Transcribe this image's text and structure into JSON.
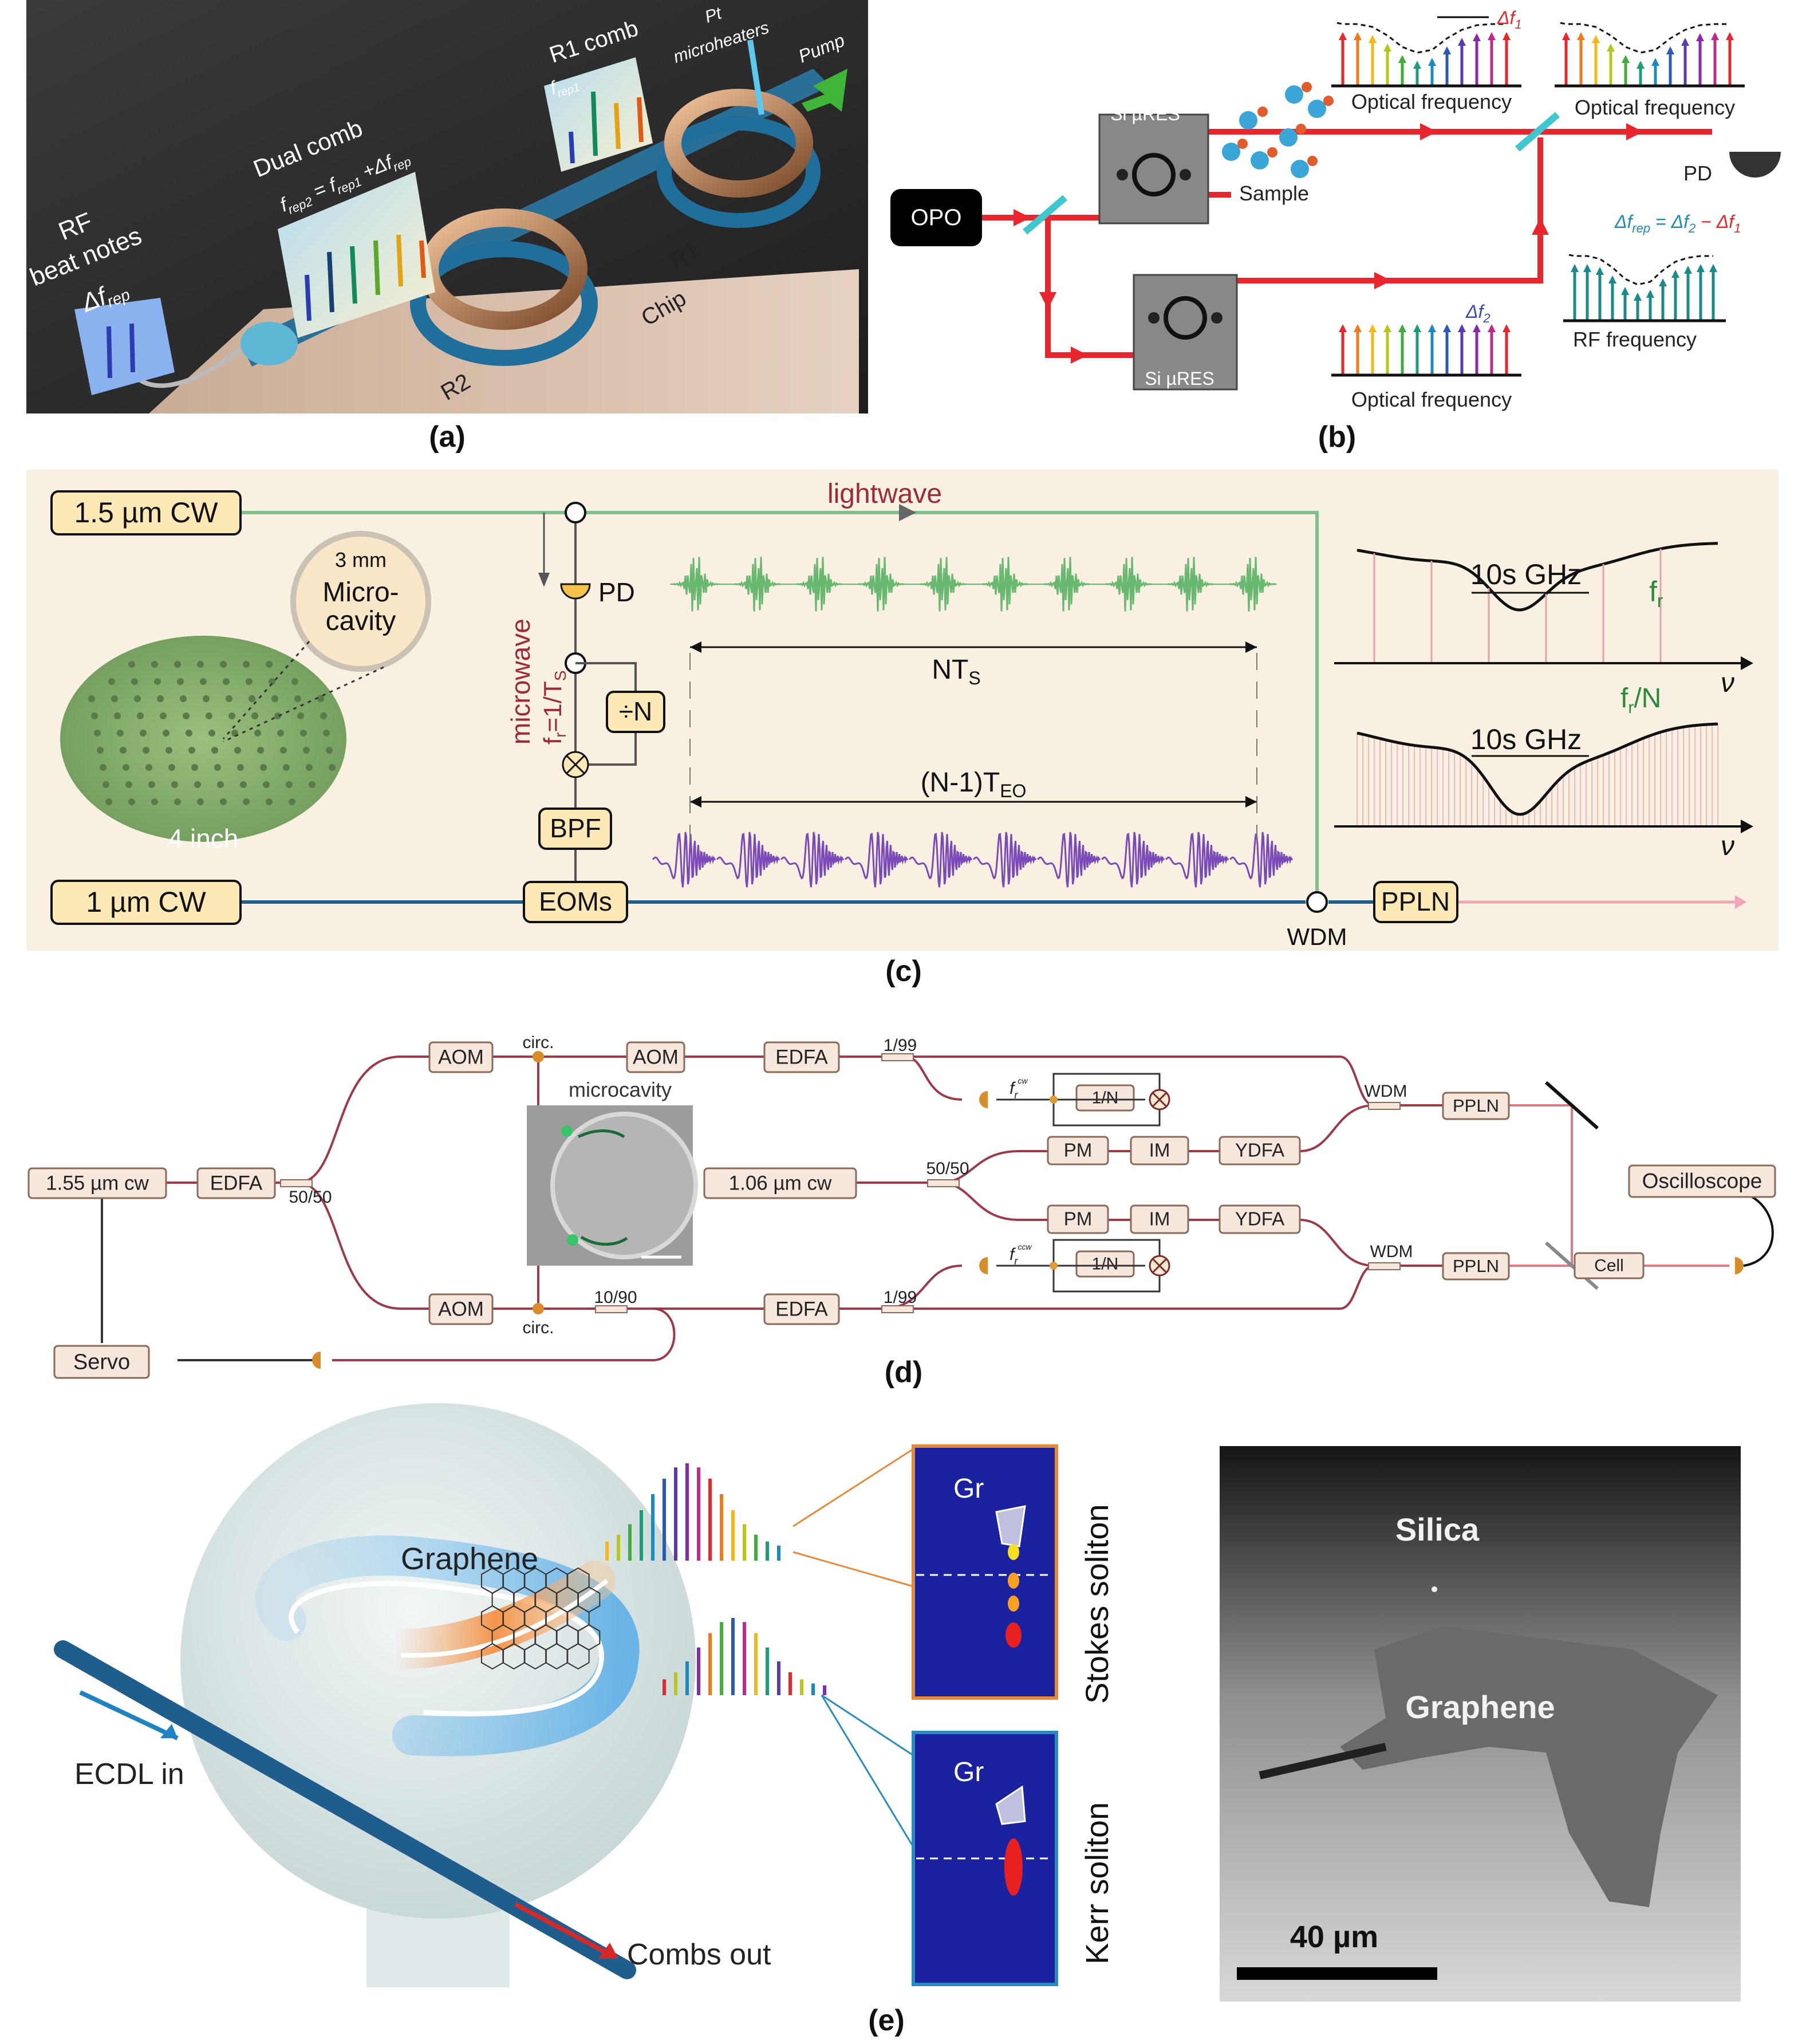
{
  "panel_a": {
    "label": "(a)",
    "rf_title_line1": "RF",
    "rf_title_line2": "beat notes",
    "rf_delta": "Δf",
    "rf_delta_sub": "rep",
    "dual_title": "Dual comb",
    "dual_formula": "f",
    "dual_formula_sub1": "rep2",
    "dual_formula_mid": " = f",
    "dual_formula_sub2": "rep1",
    "dual_formula_end": " +Δf",
    "dual_formula_sub3": "rep",
    "r1comb": "R1 comb",
    "r1_frep": "f",
    "r1_frep_sub": "rep1",
    "pt_line1": "Pt",
    "pt_line2": "microheaters",
    "pump": "Pump",
    "r1": "R1",
    "r2": "R2",
    "chip": "Chip"
  },
  "panel_b": {
    "label": "(b)",
    "opo": "OPO",
    "sires_top": "Si µRES",
    "sires_bottom": "Si µRES",
    "sample": "Sample",
    "optfreq1": "Optical frequency",
    "optfreq2": "Optical frequency",
    "optfreq3": "Optical frequency",
    "pd": "PD",
    "delta_f1": "Δf",
    "delta_f1_sub": "1",
    "delta_f2": "Δf",
    "delta_f2_sub": "2",
    "frep_eq_a": "Δf",
    "frep_eq_sub": "rep",
    "frep_eq_b": " = Δf",
    "frep_eq_sub2": "2",
    "frep_eq_c": " − Δf",
    "frep_eq_sub3": "1",
    "rffreq": "RF frequency"
  },
  "panel_c": {
    "label": "(c)",
    "cw15": "1.5 µm CW",
    "cw1": "1 µm CW",
    "lightwave": "lightwave",
    "pd": "PD",
    "microwave": "microwave",
    "fr_eq": "f",
    "fr_eq_sub": "r",
    "fr_eq_rest": "=1/T",
    "fr_eq_sub2": "S",
    "divN": "÷N",
    "bpf": "BPF",
    "eoms": "EOMs",
    "wdm": "WDM",
    "ppln": "PPLN",
    "mm3": "3 mm",
    "micro1": "Micro-",
    "micro2": "cavity",
    "inch": "4 inch",
    "nts": "NT",
    "nts_sub": "S",
    "nteo": "(N-1)T",
    "nteo_sub": "EO",
    "ghz1": "10s GHz",
    "ghz2": "10s GHz",
    "fr": "f",
    "fr_sub": "r",
    "frN": "f",
    "frN_sub": "r",
    "frN_rest": "/N",
    "nu1": "ν",
    "nu2": "ν"
  },
  "panel_d": {
    "label": "(d)",
    "cw155": "1.55 µm cw",
    "edfa_left": "EDFA",
    "split5050": "50/50",
    "aom_top": "AOM",
    "aom_bot": "AOM",
    "circ_top": "circ.",
    "circ_bot": "circ.",
    "aom_mid": "AOM",
    "edfa_top": "EDFA",
    "edfa_bot": "EDFA",
    "c199_top": "1/99",
    "c199_bot": "1/99",
    "microcavity": "microcavity",
    "cw106": "1.06 µm cw",
    "split5050b": "50/50",
    "pm1": "PM",
    "pm2": "PM",
    "im1": "IM",
    "im2": "IM",
    "ydfa1": "YDFA",
    "ydfa2": "YDFA",
    "n1": "1/N",
    "n2": "1/N",
    "fr_cw": "f",
    "fr_cw_sub": "r",
    "fr_cw_sup": "cw",
    "fr_ccw": "f",
    "fr_ccw_sub": "r",
    "fr_ccw_sup": "ccw",
    "wdm1": "WDM",
    "wdm2": "WDM",
    "ppln1": "PPLN",
    "ppln2": "PPLN",
    "osc": "Oscilloscope",
    "cell": "Cell",
    "c1090": "10/90",
    "servo": "Servo"
  },
  "panel_e": {
    "label": "(e)",
    "graphene": "Graphene",
    "ecdl": "ECDL in",
    "combs": "Combs out",
    "gr1": "Gr",
    "gr2": "Gr",
    "stokes": "Stokes soliton",
    "kerr": "Kerr soliton",
    "silica": "Silica",
    "graphene2": "Graphene",
    "scale": "40 µm"
  },
  "colors": {
    "red": "#e8262d",
    "green": "#7fc08a",
    "blue": "#1f5e8c",
    "pinkline": "#9c3a4a",
    "boxfill": "#fde9b5",
    "cream": "#f8f1e2"
  }
}
